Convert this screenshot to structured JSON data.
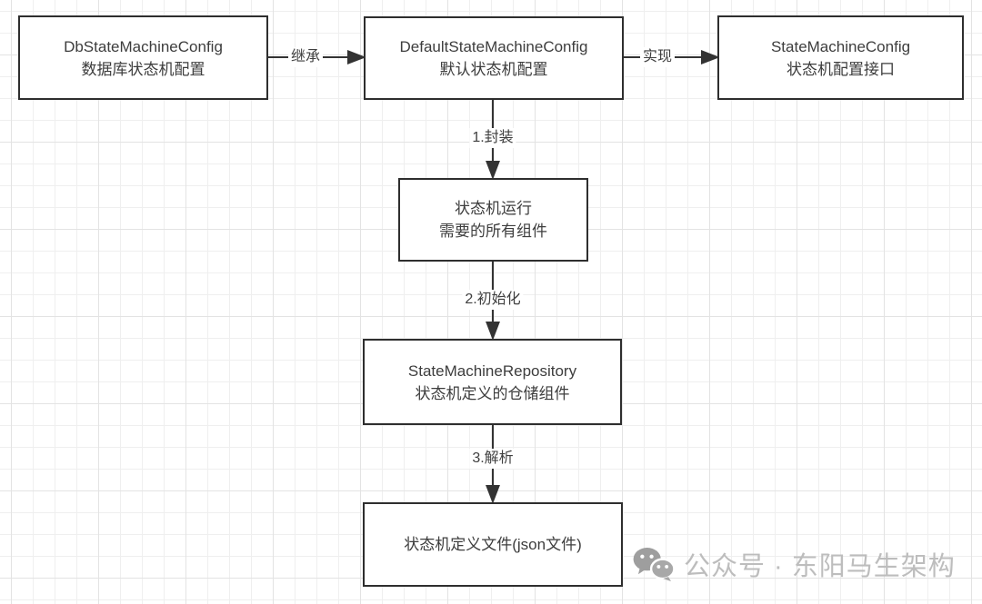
{
  "canvas": {
    "background": "#ffffff",
    "grid_minor_color": "#efefef",
    "grid_major_color": "#e3e3e3",
    "box_border_color": "#2e2e2e",
    "box_fill_color": "#ffffff",
    "text_color": "#3d3d3d",
    "arrow_color": "#333333"
  },
  "diagram": {
    "nodes": [
      {
        "id": "db-state-machine-config",
        "line1": "DbStateMachineConfig",
        "line2": "数据库状态机配置"
      },
      {
        "id": "default-state-machine-config",
        "line1": "DefaultStateMachineConfig",
        "line2": "默认状态机配置"
      },
      {
        "id": "state-machine-config",
        "line1": "StateMachineConfig",
        "line2": "状态机配置接口"
      },
      {
        "id": "state-machine-components",
        "line1": "状态机运行",
        "line2": "需要的所有组件"
      },
      {
        "id": "state-machine-repository",
        "line1": "StateMachineRepository",
        "line2": "状态机定义的仓储组件"
      },
      {
        "id": "state-machine-definition-file",
        "line1": "状态机定义文件(json文件)"
      }
    ],
    "edges": [
      {
        "id": "inherit",
        "label": "继承",
        "from": "db-state-machine-config",
        "to": "default-state-machine-config"
      },
      {
        "id": "implement",
        "label": "实现",
        "from": "default-state-machine-config",
        "to": "state-machine-config"
      },
      {
        "id": "step1",
        "label": "1.封装",
        "from": "default-state-machine-config",
        "to": "state-machine-components"
      },
      {
        "id": "step2",
        "label": "2.初始化",
        "from": "state-machine-components",
        "to": "state-machine-repository"
      },
      {
        "id": "step3",
        "label": "3.解析",
        "from": "state-machine-repository",
        "to": "state-machine-definition-file"
      }
    ]
  },
  "watermark": {
    "icon": "wechat-icon",
    "text": "公众号 · 东阳马生架构",
    "text_color": "#bdbdbd",
    "icon_color": "#9e9e9e"
  }
}
